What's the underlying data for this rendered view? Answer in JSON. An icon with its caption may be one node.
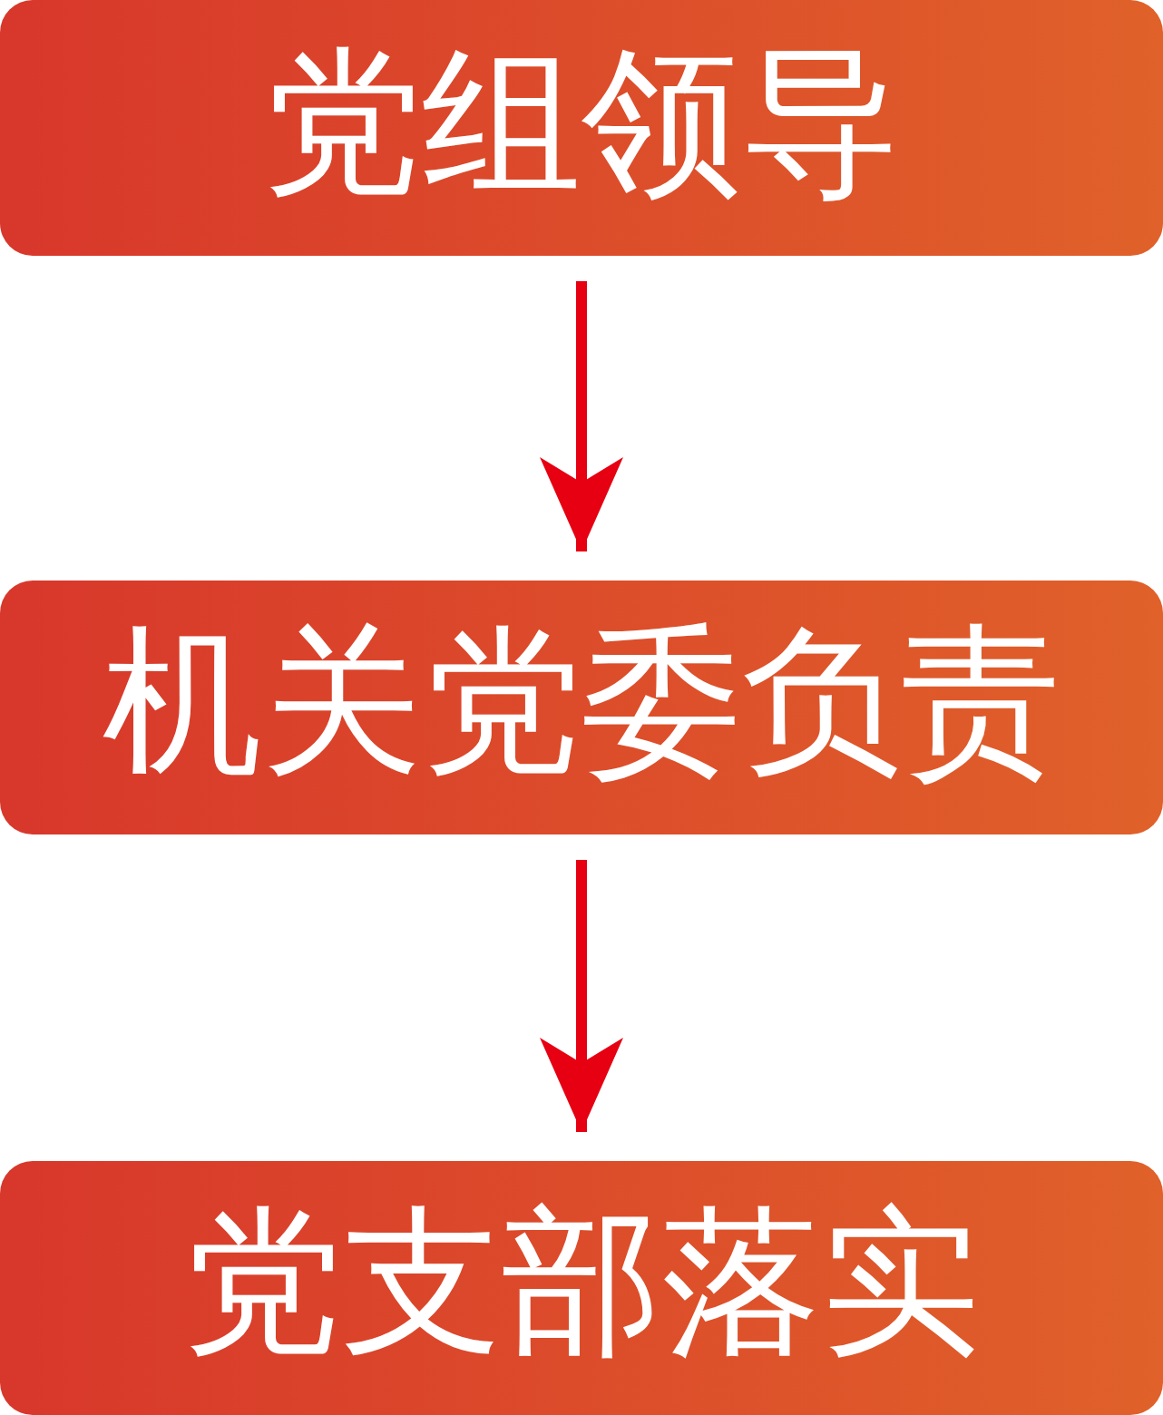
{
  "diagram": {
    "nodes": [
      {
        "text": [
          "党组领导"
        ]
      },
      {
        "text": [
          "机关党委负责"
        ]
      },
      {
        "text": [
          "党支部落实"
        ]
      }
    ],
    "edges": [
      {
        "from": 0,
        "to": 1,
        "arrow": "to"
      },
      {
        "from": 1,
        "to": 2,
        "arrow": "to"
      }
    ]
  }
}
